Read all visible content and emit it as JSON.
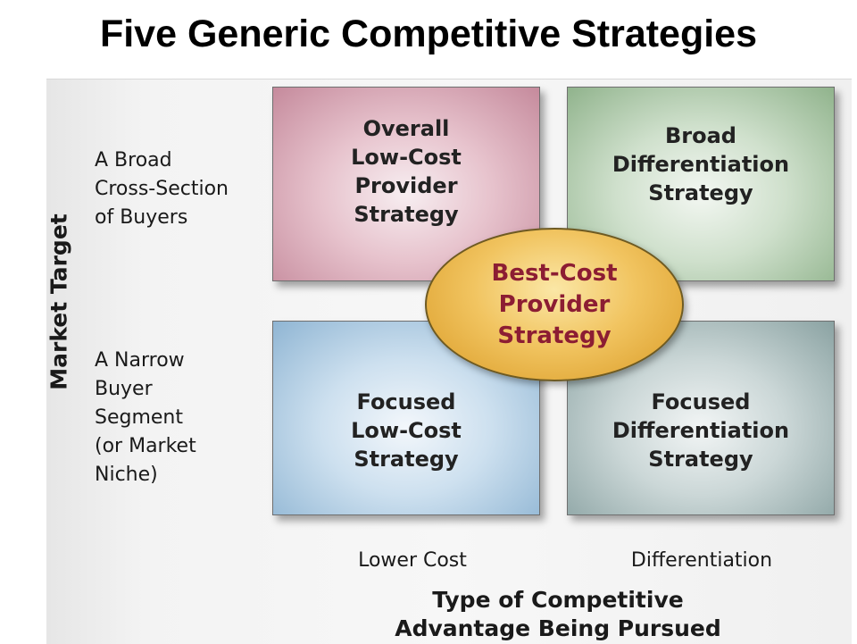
{
  "title": "Five Generic Competitive Strategies",
  "y_axis": {
    "label": "Market Target",
    "rows": [
      {
        "lines": [
          "A Broad",
          "Cross-Section",
          "of Buyers"
        ]
      },
      {
        "lines": [
          "A Narrow",
          "Buyer",
          "Segment",
          "(or Market",
          "Niche)"
        ]
      }
    ]
  },
  "x_axis": {
    "label_lines": [
      "Type of Competitive",
      "Advantage Being Pursued"
    ],
    "columns": [
      "Lower Cost",
      "Differentiation"
    ]
  },
  "strategies": [
    {
      "lines": [
        "Overall",
        "Low-Cost",
        "Provider",
        "Strategy"
      ],
      "color": "#c58a9c"
    },
    {
      "lines": [
        "Broad",
        "Differentiation",
        "Strategy"
      ],
      "color": "#90b38c"
    },
    {
      "lines": [
        "Focused",
        "Low-Cost",
        "Strategy"
      ],
      "color": "#8fb5d3"
    },
    {
      "lines": [
        "Focused",
        "Differentiation",
        "Strategy"
      ],
      "color": "#8aa2a2"
    }
  ],
  "center": {
    "lines": [
      "Best-Cost",
      "Provider",
      "Strategy"
    ],
    "fill_color": "#f1c460",
    "text_color": "#8c1d33"
  }
}
